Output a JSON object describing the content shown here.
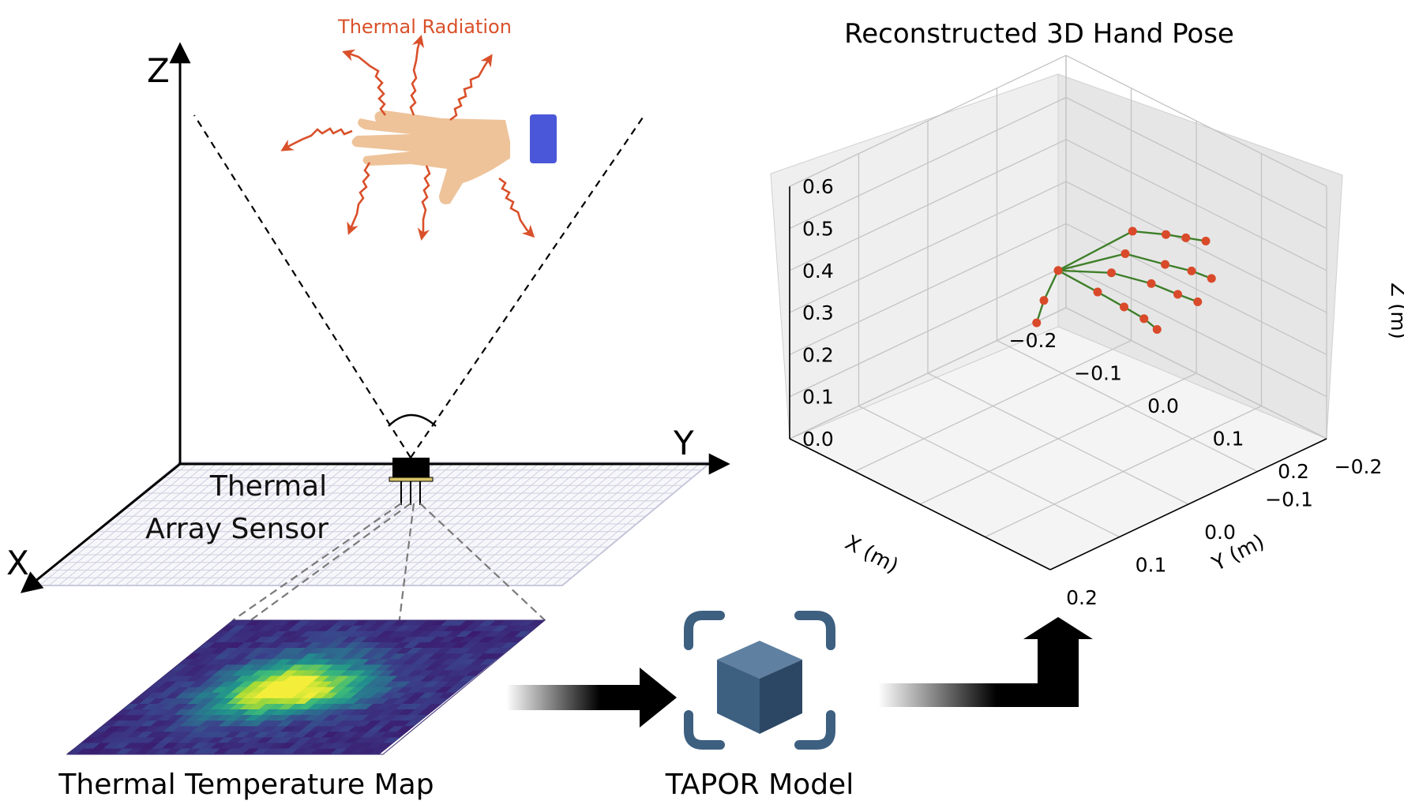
{
  "figure": {
    "axis_labels": {
      "x": "X",
      "y": "Y",
      "z": "Z"
    },
    "radiation_label": "Thermal Radiation",
    "sensor_label_line1": "Thermal",
    "sensor_label_line2": "Array Sensor",
    "map_caption": "Thermal Temperature Map",
    "model_caption": "TAPOR Model",
    "plot_title": "Reconstructed 3D Hand Pose",
    "colors": {
      "radiation": "#d9502a",
      "hand": "#eec39a",
      "cuff": "#4a57d8",
      "joint": "#d94a2a",
      "bone": "#3f7f2a",
      "cube": "#3d5f80",
      "heat_low": "#3b1c6e",
      "heat_high": "#f4ee3a"
    }
  },
  "chart_data": {
    "type": "scatter",
    "title": "Reconstructed 3D Hand Pose",
    "xlabel": "X (m)",
    "ylabel": "Y (m)",
    "zlabel": "Z (m)",
    "x_ticks": [
      "0.2",
      "0.1",
      "0.0",
      "−0.1",
      "−0.2"
    ],
    "y_ticks": [
      "−0.2",
      "−0.1",
      "0.0",
      "0.1",
      "0.2"
    ],
    "z_ticks": [
      "0.0",
      "0.1",
      "0.2",
      "0.3",
      "0.4",
      "0.5",
      "0.6"
    ],
    "xlim": [
      -0.2,
      0.2
    ],
    "ylim": [
      -0.2,
      0.2
    ],
    "zlim": [
      0.0,
      0.6
    ],
    "grid": true,
    "joints": [
      {
        "x": 0.0,
        "y": 0.0,
        "z": 0.4
      },
      {
        "x": 0.01,
        "y": 0.03,
        "z": 0.36
      },
      {
        "x": 0.02,
        "y": 0.05,
        "z": 0.33
      },
      {
        "x": 0.05,
        "y": -0.01,
        "z": 0.38
      },
      {
        "x": 0.08,
        "y": -0.02,
        "z": 0.36
      },
      {
        "x": 0.1,
        "y": -0.03,
        "z": 0.34
      },
      {
        "x": 0.12,
        "y": -0.03,
        "z": 0.33
      },
      {
        "x": 0.05,
        "y": -0.03,
        "z": 0.41
      },
      {
        "x": 0.09,
        "y": -0.05,
        "z": 0.4
      },
      {
        "x": 0.12,
        "y": -0.06,
        "z": 0.39
      },
      {
        "x": 0.14,
        "y": -0.07,
        "z": 0.38
      },
      {
        "x": 0.05,
        "y": -0.05,
        "z": 0.44
      },
      {
        "x": 0.09,
        "y": -0.07,
        "z": 0.43
      },
      {
        "x": 0.12,
        "y": -0.08,
        "z": 0.43
      },
      {
        "x": 0.14,
        "y": -0.09,
        "z": 0.42
      },
      {
        "x": 0.04,
        "y": -0.07,
        "z": 0.47
      },
      {
        "x": 0.07,
        "y": -0.09,
        "z": 0.47
      },
      {
        "x": 0.09,
        "y": -0.1,
        "z": 0.47
      },
      {
        "x": 0.11,
        "y": -0.11,
        "z": 0.47
      }
    ],
    "bones": [
      [
        0,
        1
      ],
      [
        1,
        2
      ],
      [
        0,
        3
      ],
      [
        3,
        4
      ],
      [
        4,
        5
      ],
      [
        5,
        6
      ],
      [
        0,
        7
      ],
      [
        7,
        8
      ],
      [
        8,
        9
      ],
      [
        9,
        10
      ],
      [
        0,
        11
      ],
      [
        11,
        12
      ],
      [
        12,
        13
      ],
      [
        13,
        14
      ],
      [
        0,
        15
      ],
      [
        15,
        16
      ],
      [
        16,
        17
      ],
      [
        17,
        18
      ]
    ]
  }
}
